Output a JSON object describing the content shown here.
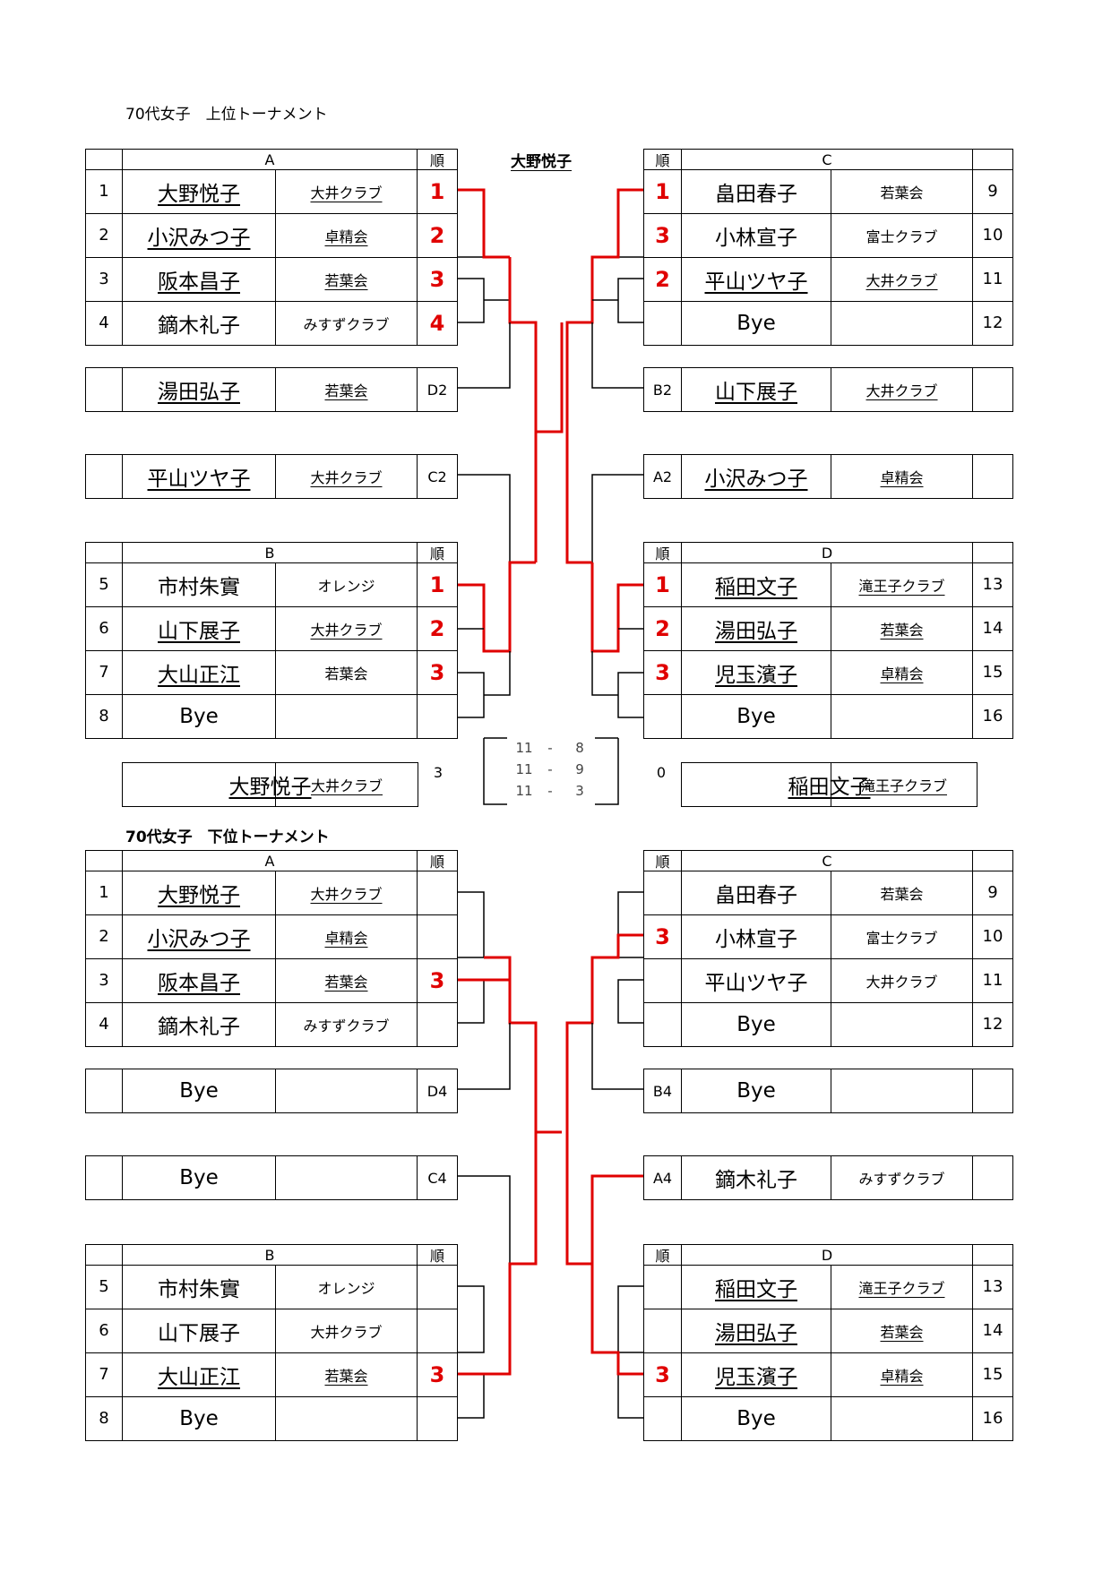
{
  "upper": {
    "title": "70代女子　上位トーナメント",
    "champion": "大野悦子",
    "header_rank": "順",
    "blocks": {
      "A": {
        "label": "A",
        "rows": [
          {
            "no": "1",
            "name": "大野悦子",
            "club": "大井クラブ",
            "rank": "1",
            "nu": true,
            "cu": true
          },
          {
            "no": "2",
            "name": "小沢みつ子",
            "club": "卓精会",
            "rank": "2",
            "nu": true,
            "cu": true
          },
          {
            "no": "3",
            "name": "阪本昌子",
            "club": "若葉会",
            "rank": "3",
            "nu": true,
            "cu": true
          },
          {
            "no": "4",
            "name": "鏑木礼子",
            "club": "みすずクラブ",
            "rank": "4",
            "nu": false,
            "cu": false
          }
        ]
      },
      "C": {
        "label": "C",
        "rows": [
          {
            "no": "9",
            "name": "畠田春子",
            "club": "若葉会",
            "rank": "1",
            "nu": false,
            "cu": false
          },
          {
            "no": "10",
            "name": "小林宣子",
            "club": "富士クラブ",
            "rank": "3",
            "nu": false,
            "cu": false
          },
          {
            "no": "11",
            "name": "平山ツヤ子",
            "club": "大井クラブ",
            "rank": "2",
            "nu": true,
            "cu": true
          },
          {
            "no": "12",
            "name": "Bye",
            "club": "",
            "rank": "",
            "nu": false,
            "cu": false
          }
        ]
      },
      "B": {
        "label": "B",
        "rows": [
          {
            "no": "5",
            "name": "市村朱實",
            "club": "オレンジ",
            "rank": "1",
            "nu": false,
            "cu": false
          },
          {
            "no": "6",
            "name": "山下展子",
            "club": "大井クラブ",
            "rank": "2",
            "nu": true,
            "cu": true
          },
          {
            "no": "7",
            "name": "大山正江",
            "club": "若葉会",
            "rank": "3",
            "nu": true,
            "cu": false
          },
          {
            "no": "8",
            "name": "Bye",
            "club": "",
            "rank": "",
            "nu": false,
            "cu": false
          }
        ]
      },
      "D": {
        "label": "D",
        "rows": [
          {
            "no": "13",
            "name": "稲田文子",
            "club": "滝王子クラブ",
            "rank": "1",
            "nu": true,
            "cu": true
          },
          {
            "no": "14",
            "name": "湯田弘子",
            "club": "若葉会",
            "rank": "2",
            "nu": true,
            "cu": true
          },
          {
            "no": "15",
            "name": "児玉濱子",
            "club": "卓精会",
            "rank": "3",
            "nu": true,
            "cu": true
          },
          {
            "no": "16",
            "name": "Bye",
            "club": "",
            "rank": "",
            "nu": false,
            "cu": false
          }
        ]
      }
    },
    "extras": {
      "L1": {
        "name": "湯田弘子",
        "club": "若葉会",
        "code": "D2"
      },
      "L2": {
        "name": "平山ツヤ子",
        "club": "大井クラブ",
        "code": "C2"
      },
      "R1": {
        "name": "山下展子",
        "club": "大井クラブ",
        "code": "B2"
      },
      "R2": {
        "name": "小沢みつ子",
        "club": "卓精会",
        "code": "A2"
      }
    },
    "final": {
      "left": {
        "name": "大野悦子",
        "club": "大井クラブ",
        "score": "3"
      },
      "right": {
        "name": "稲田文子",
        "club": "滝王子クラブ",
        "score": "0"
      },
      "games": [
        {
          "a": "11",
          "sep": "-",
          "b": "8"
        },
        {
          "a": "11",
          "sep": "-",
          "b": "9"
        },
        {
          "a": "11",
          "sep": "-",
          "b": "3"
        }
      ]
    }
  },
  "lower": {
    "title": "70代女子　下位トーナメント",
    "header_rank": "順",
    "blocks": {
      "A": {
        "label": "A",
        "rows": [
          {
            "no": "1",
            "name": "大野悦子",
            "club": "大井クラブ",
            "rank": "",
            "nu": true,
            "cu": true
          },
          {
            "no": "2",
            "name": "小沢みつ子",
            "club": "卓精会",
            "rank": "",
            "nu": true,
            "cu": true
          },
          {
            "no": "3",
            "name": "阪本昌子",
            "club": "若葉会",
            "rank": "3",
            "nu": true,
            "cu": true
          },
          {
            "no": "4",
            "name": "鏑木礼子",
            "club": "みすずクラブ",
            "rank": "",
            "nu": false,
            "cu": false
          }
        ]
      },
      "C": {
        "label": "C",
        "rows": [
          {
            "no": "9",
            "name": "畠田春子",
            "club": "若葉会",
            "rank": "",
            "nu": false,
            "cu": false
          },
          {
            "no": "10",
            "name": "小林宣子",
            "club": "富士クラブ",
            "rank": "3",
            "nu": false,
            "cu": false
          },
          {
            "no": "11",
            "name": "平山ツヤ子",
            "club": "大井クラブ",
            "rank": "",
            "nu": false,
            "cu": false
          },
          {
            "no": "12",
            "name": "Bye",
            "club": "",
            "rank": "",
            "nu": false,
            "cu": false
          }
        ]
      },
      "B": {
        "label": "B",
        "rows": [
          {
            "no": "5",
            "name": "市村朱實",
            "club": "オレンジ",
            "rank": "",
            "nu": false,
            "cu": false
          },
          {
            "no": "6",
            "name": "山下展子",
            "club": "大井クラブ",
            "rank": "",
            "nu": false,
            "cu": false
          },
          {
            "no": "7",
            "name": "大山正江",
            "club": "若葉会",
            "rank": "3",
            "nu": true,
            "cu": true
          },
          {
            "no": "8",
            "name": "Bye",
            "club": "",
            "rank": "",
            "nu": false,
            "cu": false
          }
        ]
      },
      "D": {
        "label": "D",
        "rows": [
          {
            "no": "13",
            "name": "稲田文子",
            "club": "滝王子クラブ",
            "rank": "",
            "nu": true,
            "cu": true
          },
          {
            "no": "14",
            "name": "湯田弘子",
            "club": "若葉会",
            "rank": "",
            "nu": true,
            "cu": true
          },
          {
            "no": "15",
            "name": "児玉濱子",
            "club": "卓精会",
            "rank": "3",
            "nu": true,
            "cu": true
          },
          {
            "no": "16",
            "name": "Bye",
            "club": "",
            "rank": "",
            "nu": false,
            "cu": false
          }
        ]
      }
    },
    "extras": {
      "L1": {
        "name": "Bye",
        "club": "",
        "code": "D4"
      },
      "L2": {
        "name": "Bye",
        "club": "",
        "code": "C4"
      },
      "R1": {
        "name": "Bye",
        "club": "",
        "code": "B4"
      },
      "R2": {
        "name": "鏑木礼子",
        "club": "みすずクラブ",
        "code": "A4"
      }
    }
  }
}
